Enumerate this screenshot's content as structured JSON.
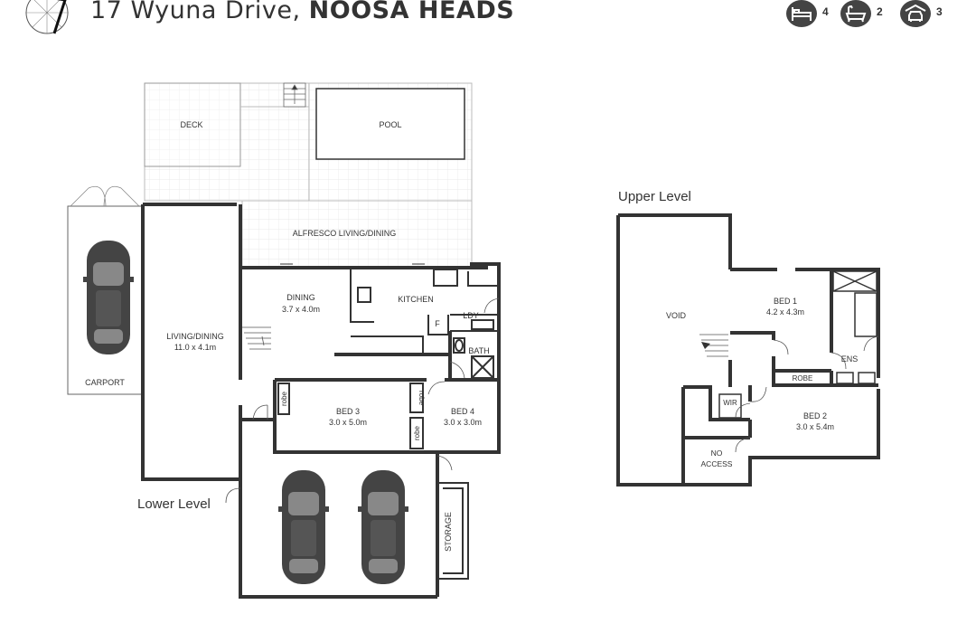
{
  "title": {
    "street": "17 Wyuna Drive, ",
    "suburb": "NOOSA HEADS"
  },
  "features": [
    {
      "icon": "bed-icon",
      "count": "4"
    },
    {
      "icon": "bath-icon",
      "count": "2"
    },
    {
      "icon": "car-icon",
      "count": "3"
    }
  ],
  "lower_level": {
    "heading": "Lower Level",
    "rooms": {
      "deck": "DECK",
      "pool": "POOL",
      "alfresco": "ALFRESCO LIVING/DINING",
      "living_name": "LIVING/DINING",
      "living_dim": "11.0 x 4.1m",
      "dining_name": "DINING",
      "dining_dim": "3.7 x 4.0m",
      "kitchen": "KITCHEN",
      "fridge": "F",
      "laundry": "LDY",
      "bath": "BATH",
      "carport": "CARPORT",
      "bed3_name": "BED 3",
      "bed3_dim": "3.0 x 5.0m",
      "bed4_name": "BED 4",
      "bed4_dim": "3.0 x 3.0m",
      "robe": "robe",
      "storage": "STORAGE"
    }
  },
  "upper_level": {
    "heading": "Upper Level",
    "rooms": {
      "void": "VOID",
      "bed1_name": "BED 1",
      "bed1_dim": "4.2 x 4.3m",
      "ens": "ENS",
      "robe": "ROBE",
      "wir": "WIR",
      "bed2_name": "BED 2",
      "bed2_dim": "3.0 x 5.4m",
      "no_access_1": "NO",
      "no_access_2": "ACCESS"
    }
  }
}
